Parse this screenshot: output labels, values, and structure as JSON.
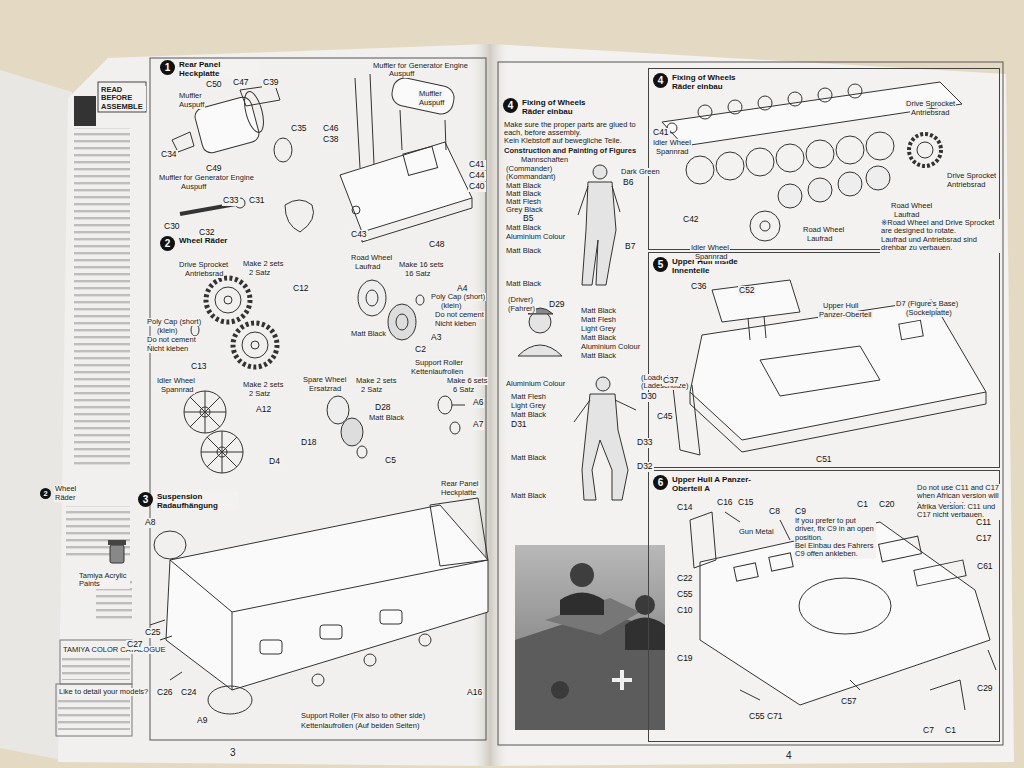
{
  "diagram": {
    "nodes": [
      {
        "text": [
          "1",
          "Rear Panel Heckplatte"
        ]
      },
      {
        "text": [
          "2",
          "Wheel Räder"
        ]
      },
      {
        "text": [
          "3",
          "Suspension Radaufhängung"
        ]
      },
      {
        "text": [
          "4",
          "Fixing of Wheels Räder einbau"
        ]
      },
      {
        "text": [
          "4",
          "Fixing of Wheels Räder einbau"
        ]
      },
      {
        "text": [
          "5",
          "Upper Hull Inside Innenteile"
        ]
      },
      {
        "text": [
          "6",
          "Upper Hull A Panzer-Oberteil A"
        ]
      }
    ],
    "labels": [
      "READ BEFORE ASSEMBLE",
      "2",
      "Wheel",
      "Räder",
      "Tamiya Acrylic Paints",
      "TAMIYA COLOR CATALOGUE",
      "Like to detail your models?",
      "C50",
      "C47",
      "C39",
      "Muffler",
      "Auspuff",
      "C35",
      "C34",
      "C49",
      "Muffler for Generator Engine",
      "Auspuff",
      "C33",
      "C31",
      "C30",
      "C32",
      "Muffler for Generator Engine",
      "Auspuff",
      "Muffler",
      "Auspuff",
      "C46",
      "C38",
      "C41",
      "C44",
      "C40",
      "C43",
      "C48",
      "Drive Sprocket",
      "Antriebsrad",
      "Make 2 sets",
      "2 Satz",
      "C12",
      "Poly Cap (short)",
      "(klein)",
      "Do not cement",
      "Nicht kleben",
      "C13",
      "Road Wheel",
      "Laufrad",
      "Make 16 sets",
      "16 Satz",
      "A4",
      "Poly Cap (short)",
      "(klein)",
      "Do not cement",
      "Nicht kleben",
      "Matt Black",
      "A3",
      "C2",
      "Idler Wheel",
      "Spannrad",
      "Make 2 sets",
      "2 Satz",
      "A12",
      "D4",
      "Spare Wheel",
      "Ersatzrad",
      "Make 2 sets",
      "2 Satz",
      "D28",
      "Matt Black",
      "D18",
      "C5",
      "Support Roller",
      "Kettenlaufrollen",
      "Make 6 sets",
      "6 Satz",
      "A6",
      "A7",
      "Rear Panel",
      "Heckplatte",
      "A8",
      "C27",
      "C25",
      "C26",
      "C24",
      "A9",
      "Support Roller (Fix also to other side)",
      "Kettenlaufrollen (Auf beiden Seiten)",
      "A16",
      "3",
      "Make sure the proper parts are glued to each, before assembly.",
      "Kein Klebstoff auf bewegliche Teile.",
      "Construction and Painting of Figures",
      "Mannschaften",
      "(Commander)",
      "(Kommandant)",
      "Matt Black",
      "Matt Black",
      "Matt Flesh",
      "Grey Black",
      "B5",
      "Matt Black",
      "Aluminium Colour",
      "Matt Black",
      "Matt Black",
      "Dark Green",
      "B6",
      "B7",
      "(Driver)",
      "(Fahrer)",
      "D29",
      "Matt Black",
      "Matt Flesh",
      "Light Grey",
      "Matt Black",
      "Aluminium Colour",
      "Matt Black",
      "Aluminium Colour",
      "(Loader)",
      "(Ladeschütze)",
      "D30",
      "Matt Flesh",
      "Light Grey",
      "Matt Black",
      "D31",
      "D33",
      "Matt Black",
      "D32",
      "Matt Black",
      "C41",
      "Idler Wheel",
      "Spannrad",
      "Drive Sprocket",
      "Antriebsrad",
      "Drive Sprocket",
      "Antriebsrad",
      "C42",
      "Idler Wheel",
      "Spannrad",
      "Road Wheel",
      "Laufrad",
      "Road Wheel",
      "Laufrad",
      "※Road Wheel and Drive Sprocket are designed to rotate.",
      "Laufrad und Antriebsrad sind drehbar zu verbauen.",
      "C36",
      "C52",
      "Upper Hull",
      "Panzer-Oberteil",
      "D7 (Figure's Base)",
      "(Sockelplatte)",
      "C37",
      "C45",
      "C51",
      "C14",
      "C16",
      "C15",
      "Gun Metal",
      "C8",
      "C9",
      "If you prefer to put driver, fix C9 in an open position.",
      "Bei Einbau des Fahrers C9 offen ankleben.",
      "C1",
      "C20",
      "Do not use C11 and C17 when African version will be assembled.",
      "Afrika Version: C11 und C17 nicht verbauen.",
      "C11",
      "C17",
      "C61",
      "C22",
      "C55",
      "C10",
      "C19",
      "C55",
      "C71",
      "C57",
      "C7",
      "C1",
      "C29",
      "4"
    ]
  }
}
